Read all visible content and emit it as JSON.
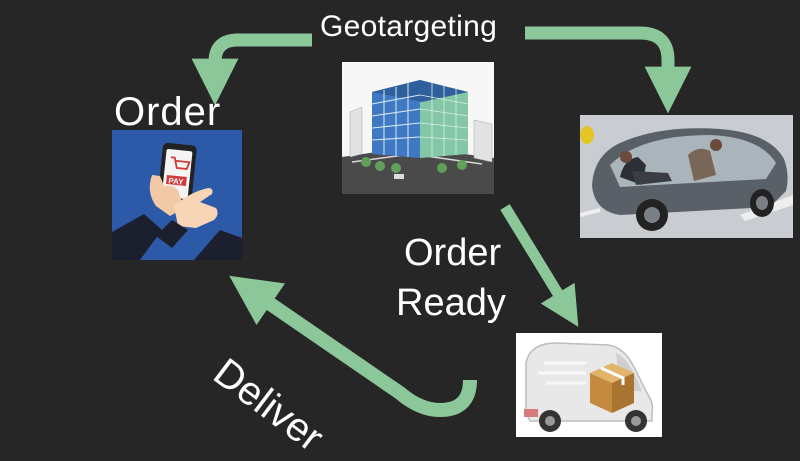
{
  "diagram": {
    "labels": {
      "geotargeting": "Geotargeting",
      "order": "Order",
      "order_ready_line1": "Order",
      "order_ready_line2": "Ready",
      "deliver": "Deliver"
    },
    "images": [
      {
        "name": "payment-phone-image",
        "icon": "phone-pay-cart-icon"
      },
      {
        "name": "office-building-image",
        "icon": "building-icon"
      },
      {
        "name": "autonomous-car-image",
        "icon": "car-icon"
      },
      {
        "name": "delivery-van-image",
        "icon": "van-box-icon"
      }
    ],
    "phone_text": "PAY",
    "colors": {
      "background": "#262626",
      "arrow": "#8cc79a",
      "label": "#ffffff",
      "order_tile": "#2d5aa8"
    }
  }
}
